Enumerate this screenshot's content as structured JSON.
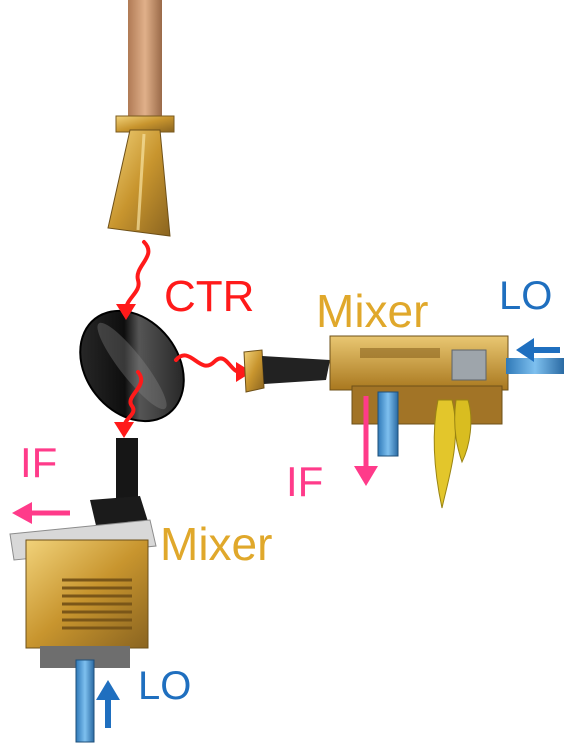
{
  "labels": {
    "ctr": "CTR",
    "mixer_right": "Mixer",
    "lo_right": "LO",
    "if_right": "IF",
    "if_left": "IF",
    "mixer_left": "Mixer",
    "lo_left": "LO"
  },
  "colors": {
    "ctr_label": "#ff1a1a",
    "mixer_label": "#e0a82b",
    "lo": "#1f6fbf",
    "if": "#ff3b8a",
    "signal_arrow": "#ff1a1a"
  }
}
